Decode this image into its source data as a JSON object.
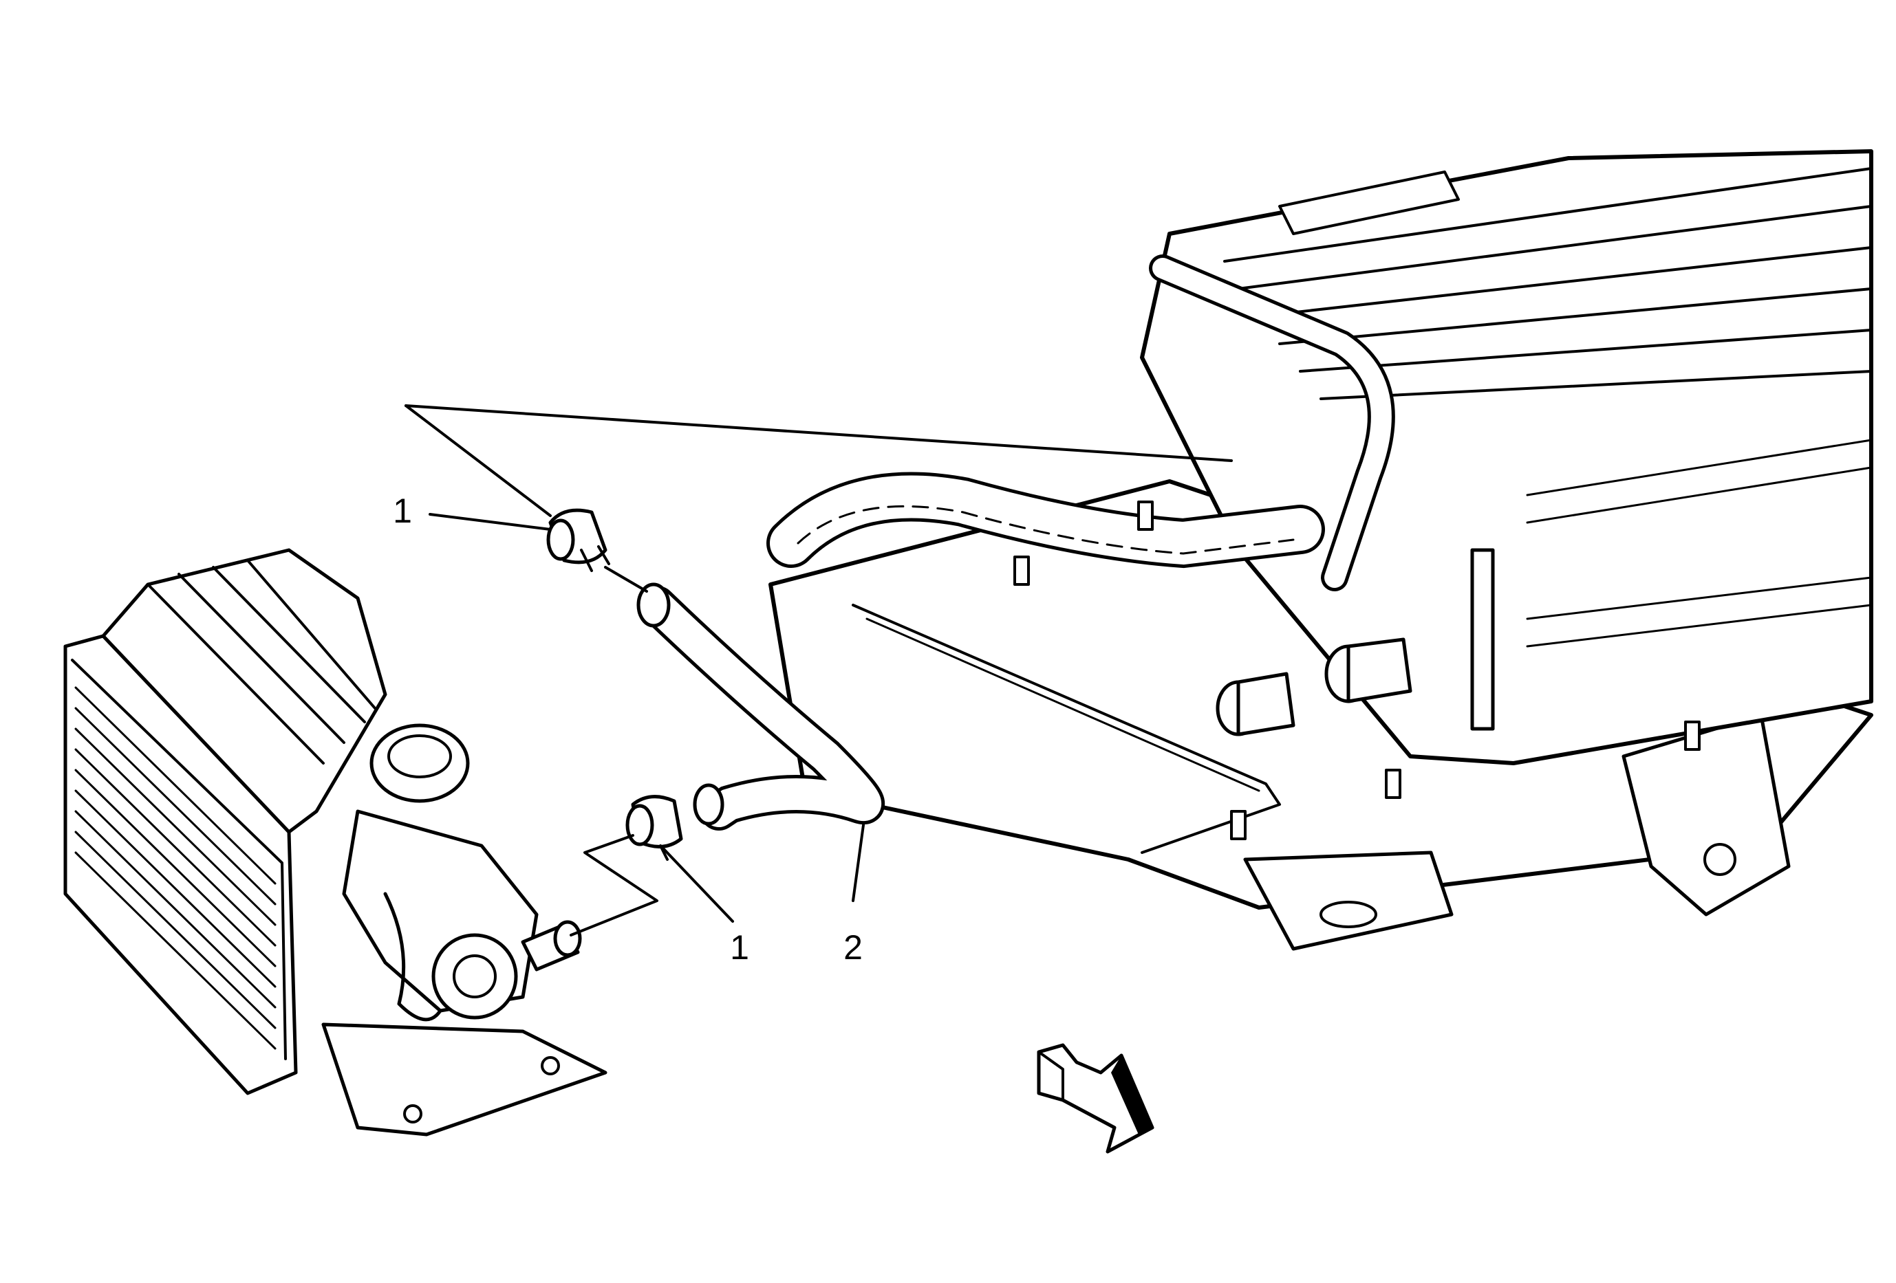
{
  "figure": {
    "callouts": [
      {
        "id": "callout-1-upper",
        "label": "1",
        "part": "hose-clamp"
      },
      {
        "id": "callout-1-lower",
        "label": "1",
        "part": "hose-clamp"
      },
      {
        "id": "callout-2",
        "label": "2",
        "part": "coolant-hose"
      }
    ],
    "icons": {
      "direction_arrow": "front-direction-arrow-icon"
    },
    "colors": {
      "line": "#000000",
      "fill": "#ffffff"
    }
  }
}
